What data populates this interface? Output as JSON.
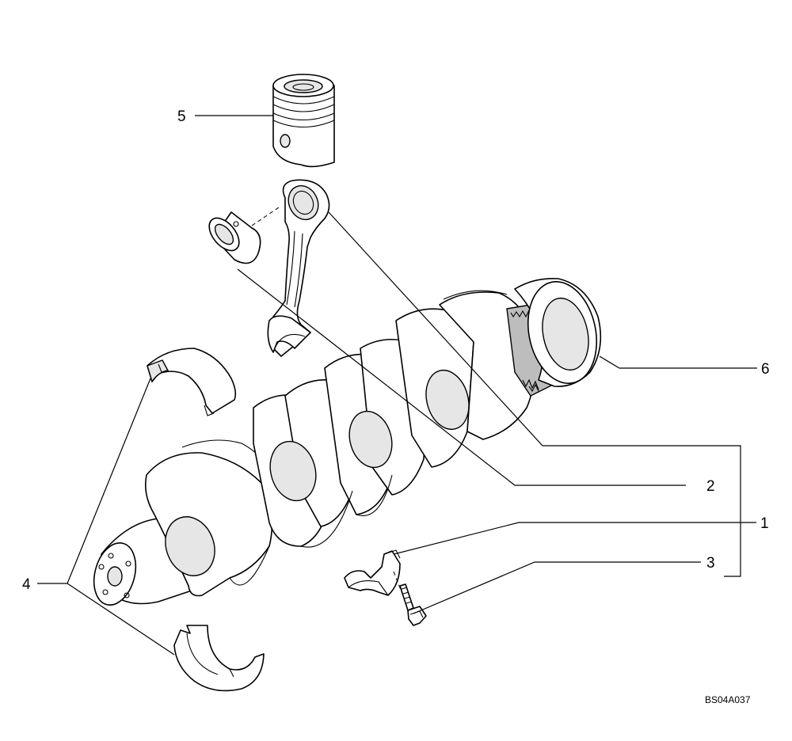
{
  "callouts": {
    "c1": "1",
    "c2": "2",
    "c3": "3",
    "c4": "4",
    "c5": "5",
    "c6": "6"
  },
  "drawing_code": "BS04A037",
  "parts": [
    {
      "callout": "1",
      "name": "connecting-rod-assembly-icon"
    },
    {
      "callout": "2",
      "name": "piston-pin-bushing-icon"
    },
    {
      "callout": "3",
      "name": "connecting-rod-bolt-icon"
    },
    {
      "callout": "4",
      "name": "main-bearing-shell-icon"
    },
    {
      "callout": "5",
      "name": "piston-icon"
    },
    {
      "callout": "6",
      "name": "crankshaft-gear-icon"
    }
  ]
}
